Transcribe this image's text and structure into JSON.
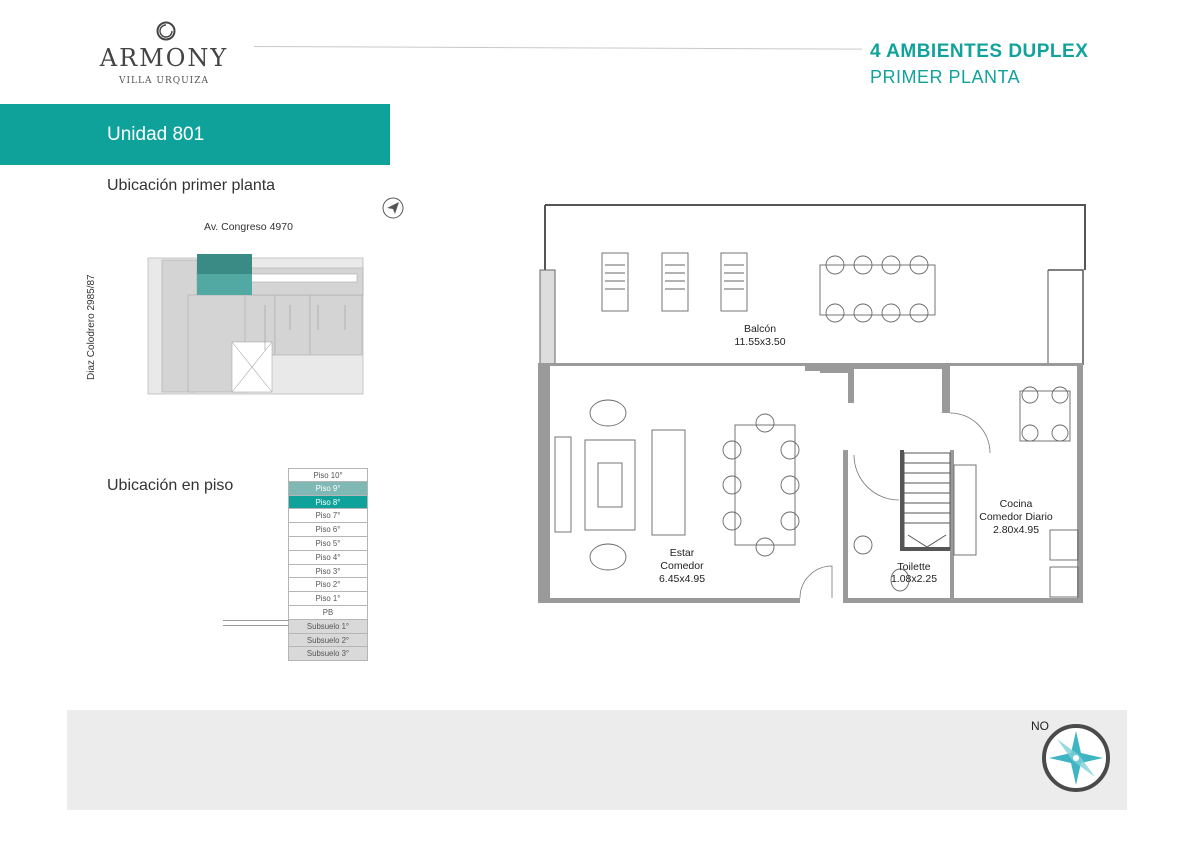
{
  "header": {
    "brand_name": "ARMONY",
    "brand_subtitle": "VILLA URQUIZA",
    "title_line_1": "4 AMBIENTES DUPLEX",
    "title_line_2": "PRIMER PLANTA",
    "accent_color": "#0fa29b"
  },
  "unit": {
    "label": "Unidad 801"
  },
  "location_plan": {
    "title": "Ubicación primer planta",
    "street_top": "Av. Congreso 4970",
    "street_side": "Diaz Colodrero 2985/87",
    "nav_icon": "navigation-arrow-icon"
  },
  "floor_location": {
    "title": "Ubicación en piso",
    "floors": [
      {
        "label": "Piso 10°",
        "state": "normal"
      },
      {
        "label": "Piso 9°",
        "state": "adjacent"
      },
      {
        "label": "Piso 8°",
        "state": "current"
      },
      {
        "label": "Piso 7°",
        "state": "normal"
      },
      {
        "label": "Piso 6°",
        "state": "normal"
      },
      {
        "label": "Piso 5°",
        "state": "normal"
      },
      {
        "label": "Piso 4°",
        "state": "normal"
      },
      {
        "label": "Piso 3°",
        "state": "normal"
      },
      {
        "label": "Piso 2°",
        "state": "normal"
      },
      {
        "label": "Piso 1°",
        "state": "normal"
      },
      {
        "label": "PB",
        "state": "normal"
      },
      {
        "label": "Subsuelo 1°",
        "state": "basement"
      },
      {
        "label": "Subsuelo 2°",
        "state": "basement"
      },
      {
        "label": "Subsuelo 3°",
        "state": "basement"
      }
    ]
  },
  "floor_plan": {
    "rooms": {
      "balcon_name": "Balcón",
      "balcon_size": "11.55x3.50",
      "estar_name_1": "Estar",
      "estar_name_2": "Comedor",
      "estar_size": "6.45x4.95",
      "cocina_name_1": "Cocina",
      "cocina_name_2": "Comedor Diario",
      "cocina_size": "2.80x4.95",
      "toilette_name": "Toilette",
      "toilette_size": "1.08x2.25"
    }
  },
  "footer": {
    "compass_label": "NO",
    "compass_icon": "compass-rose-icon"
  }
}
